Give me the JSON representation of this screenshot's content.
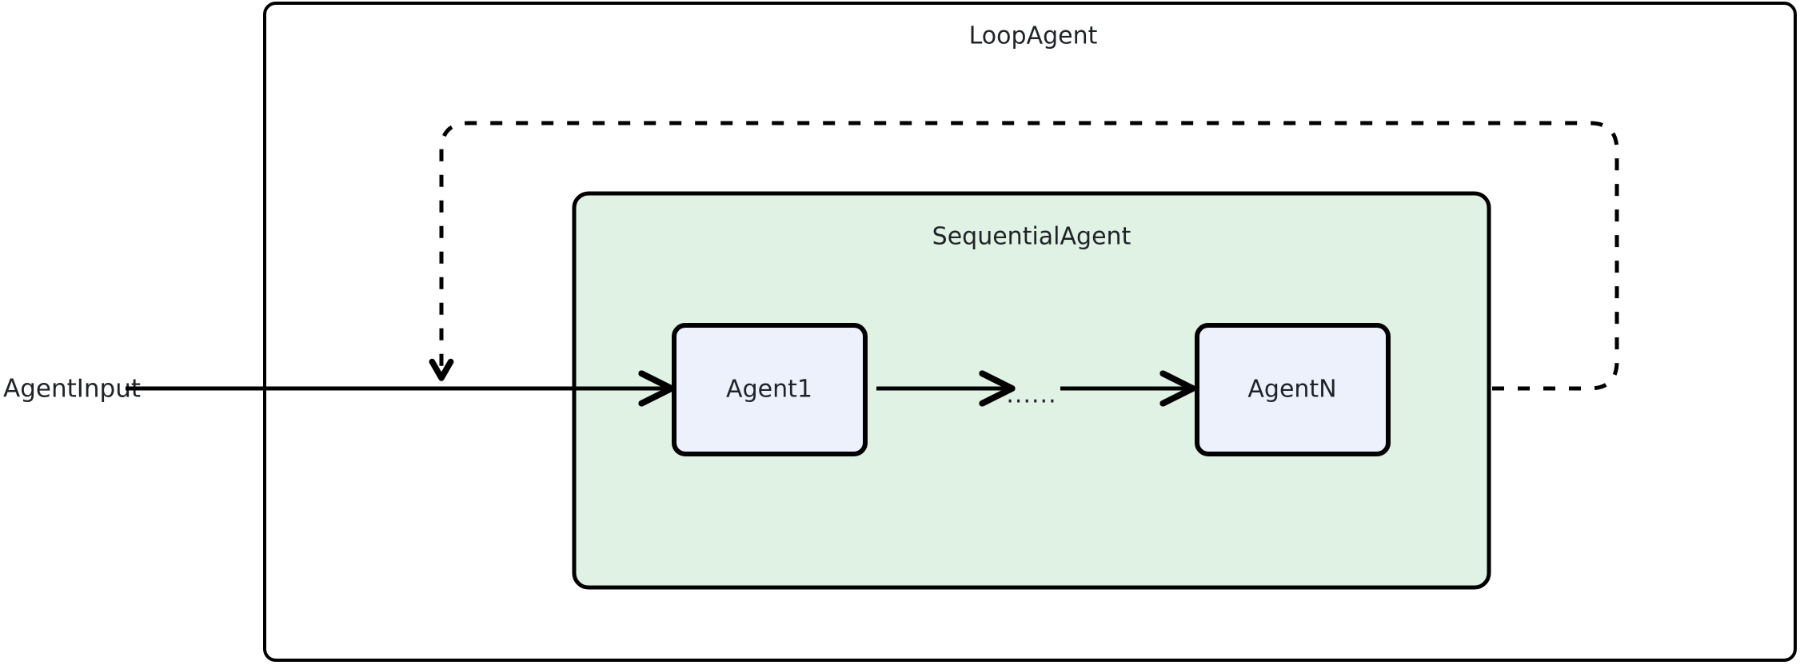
{
  "diagram": {
    "type": "agent-architecture-flow",
    "background_color": "#ffffff",
    "outer_container": {
      "name": "LoopAgent",
      "label": "LoopAgent",
      "fill": "#ffffff",
      "stroke": "#000000"
    },
    "inner_container": {
      "name": "SequentialAgent",
      "label": "SequentialAgent",
      "fill": "#dff2e3",
      "stroke": "#000000"
    },
    "nodes": [
      {
        "id": "agent1",
        "label": "Agent1",
        "fill": "#edf1fb",
        "stroke": "#000000"
      },
      {
        "id": "agentN",
        "label": "AgentN",
        "fill": "#edf1fb",
        "stroke": "#000000"
      }
    ],
    "ellipsis": "......",
    "input_label": "AgentInput",
    "edges": [
      {
        "id": "input-to-agent1",
        "from": "AgentInput",
        "to": "Agent1",
        "style": "solid",
        "arrow": true
      },
      {
        "id": "agent1-to-ellipsis",
        "from": "Agent1",
        "to": "ellipsis",
        "style": "solid",
        "arrow": true
      },
      {
        "id": "ellipsis-to-agentN",
        "from": "ellipsis",
        "to": "AgentN",
        "style": "solid",
        "arrow": true
      },
      {
        "id": "loop-back",
        "from": "AgentN",
        "to": "Agent1",
        "style": "dashed",
        "arrow": true
      }
    ],
    "colors": {
      "stroke": "#000000",
      "text": "#1f2328",
      "sequential_fill": "#dff2e3",
      "agent_fill": "#edf1fb"
    }
  }
}
